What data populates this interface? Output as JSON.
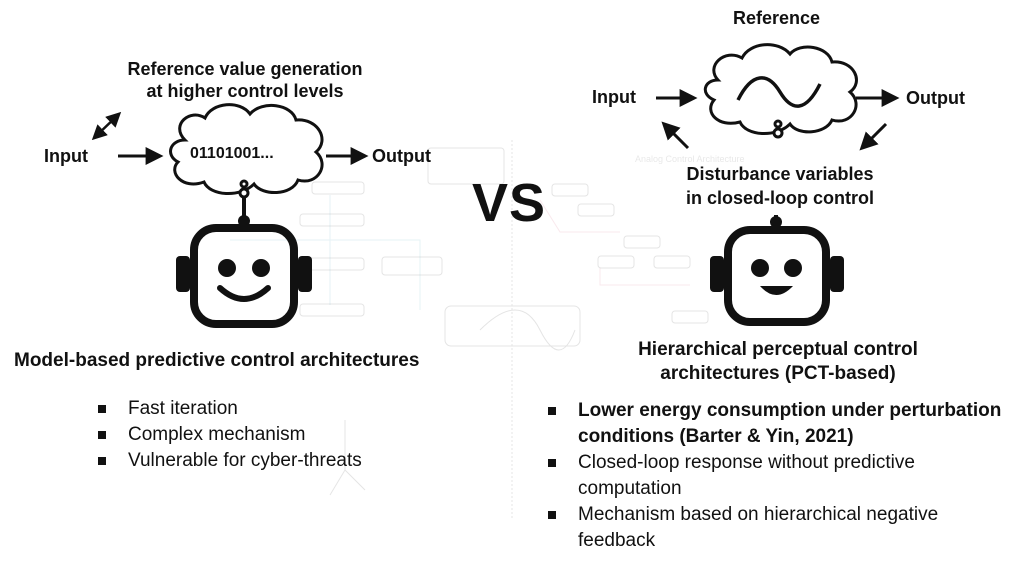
{
  "vs": "VS",
  "left": {
    "reference_text": [
      "Reference value generation",
      "at higher control levels"
    ],
    "input": "Input",
    "output": "Output",
    "cloud_text": "01101001...",
    "title": "Model-based predictive control architectures",
    "bullets": [
      {
        "text": "Fast iteration",
        "bold": false
      },
      {
        "text": "Complex mechanism",
        "bold": false
      },
      {
        "text": "Vulnerable for cyber-threats",
        "bold": false
      }
    ]
  },
  "right": {
    "reference": "Reference",
    "input": "Input",
    "output": "Output",
    "disturbance_text": [
      "Disturbance variables",
      "in closed-loop control"
    ],
    "title": [
      "Hierarchical perceptual control",
      "architectures (PCT-based)"
    ],
    "bullets": [
      {
        "text": "Lower energy consumption under perturbation conditions (Barter & Yin, 2021)",
        "bold": true
      },
      {
        "text": "Closed-loop response without predictive computation",
        "bold": false
      },
      {
        "text": "Mechanism based on hierarchical negative feedback",
        "bold": false
      }
    ]
  },
  "background_watermark": {
    "title": "Analog Control Architecture"
  },
  "icons": {
    "cloud_left": "thought-cloud-icon",
    "cloud_right": "thought-cloud-icon",
    "robot_left": "robot-icon",
    "robot_right": "robot-icon",
    "bullet": "square-bullet-icon"
  },
  "colors": {
    "ink": "#111111",
    "watermark_line": "#b9d9e0",
    "watermark_pink": "#e8aab8"
  }
}
